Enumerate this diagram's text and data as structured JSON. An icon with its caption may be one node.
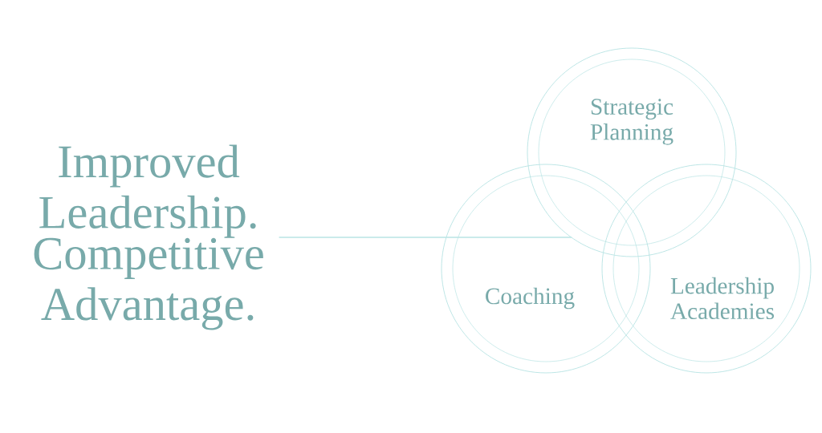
{
  "diagram": {
    "nodes": [
      {
        "text": [
          "Improved Leadership.",
          "Competitive Advantage."
        ]
      },
      {
        "text": [
          "Strategic Planning"
        ]
      },
      {
        "text": [
          "Coaching"
        ]
      },
      {
        "text": [
          "Leadership Academies"
        ]
      }
    ],
    "edges": [
      {
        "from": 0,
        "to": 1,
        "arrow": "none"
      }
    ]
  }
}
